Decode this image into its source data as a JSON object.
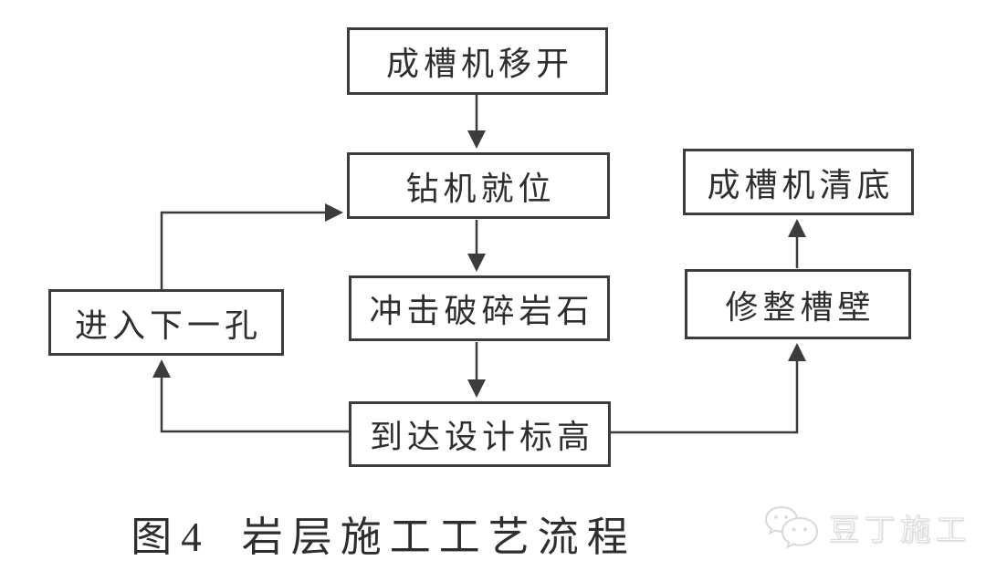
{
  "figure": {
    "type": "flowchart",
    "nodes": {
      "move": "成槽机移开",
      "drill": "钻机就位",
      "impact": "冲击破碎岩石",
      "elevation": "到达设计标高",
      "next_hole": "进入下一孔",
      "clean": "成槽机清底",
      "trim": "修整槽壁"
    },
    "edges": [
      {
        "from": "move",
        "to": "drill",
        "style": "straight-down"
      },
      {
        "from": "drill",
        "to": "impact",
        "style": "straight-down"
      },
      {
        "from": "impact",
        "to": "elevation",
        "style": "straight-down"
      },
      {
        "from": "elevation",
        "to": "next_hole",
        "style": "left-then-up"
      },
      {
        "from": "next_hole",
        "to": "drill",
        "style": "up-then-right"
      },
      {
        "from": "elevation",
        "to": "trim",
        "style": "right-then-up"
      },
      {
        "from": "trim",
        "to": "clean",
        "style": "straight-up"
      }
    ],
    "caption": {
      "label": "图4",
      "title": "岩层施工工艺流程"
    },
    "watermark": {
      "icon": "wechat-chat-bubbles",
      "text": "豆丁施工"
    },
    "colors": {
      "line": "#3c3c3c",
      "text": "#2e2e2e",
      "background": "#ffffff",
      "watermark": "#dcdcdc"
    }
  }
}
